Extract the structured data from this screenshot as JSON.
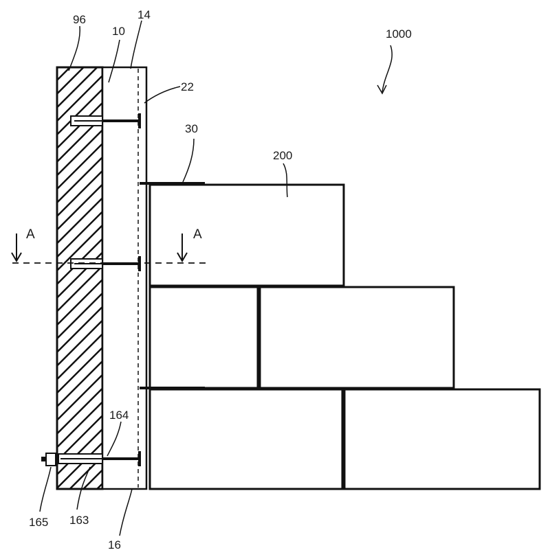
{
  "figure": {
    "labels": {
      "assembly": "1000",
      "backing_wall": "96",
      "panel": "10",
      "panel_front": "14",
      "surface": "22",
      "tie": "30",
      "block": "200",
      "fastener_sleeve": "163",
      "fastener_rod": "164",
      "fastener_nut": "165",
      "panel_bottom": "16",
      "section_left": "A",
      "section_right": "A"
    }
  }
}
